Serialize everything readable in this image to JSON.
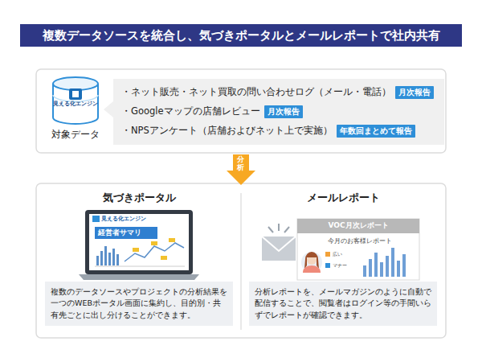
{
  "diagram": {
    "title": "複数データソースを統合し、気づきポータルとメールレポートで社内共有",
    "nodes": [
      {
        "text": [
          "見える化エンジン",
          "対象データ"
        ]
      },
      {
        "text": [
          "・ネット販売・ネット買取の問い合わせログ（メール・電話）",
          "・Googleマップの店舗レビュー",
          "・NPSアンケート（店舗およびネット上で実施）"
        ],
        "in": 0
      },
      {
        "text": [
          "月次報告"
        ],
        "in": 1
      },
      {
        "text": [
          "月次報告"
        ],
        "in": 1
      },
      {
        "text": [
          "年数回まとめて報告"
        ],
        "in": 1
      },
      {
        "text": [
          "分析"
        ]
      },
      {
        "text": [
          "気づきポータル"
        ]
      },
      {
        "text": [
          "複数のデータソースやプロジェクトの分析結果を一つのWEBポータル画面に集約し、目的別・共有先ごとに出し分けることができます。"
        ],
        "in": 6
      },
      {
        "text": [
          "メールレポート"
        ]
      },
      {
        "text": [
          "分析レポートを、メールマガジンのように自動で配信することで、閲覧者はログイン等の手間いらずでレポートが確認できます。"
        ],
        "in": 8
      }
    ],
    "labels": [
      "見える化エンジン",
      "経営者サマリ",
      "VOC月次レポート",
      "今月のお客様レポート",
      "広い",
      "マナー"
    ]
  }
}
